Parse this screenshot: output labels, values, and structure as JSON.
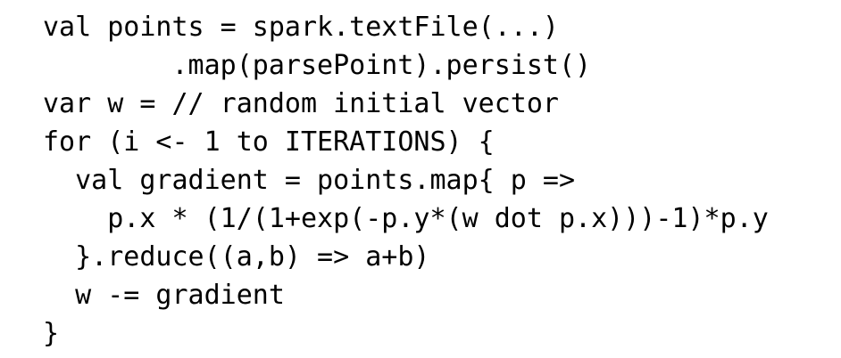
{
  "page": {
    "background_color": "#ffffff",
    "text_color": "#000000"
  },
  "code": {
    "lines": [
      {
        "text": "val points = spark.textFile(...)"
      },
      {
        "text": "        .map(parsePoint).persist()"
      },
      {
        "text": "var w = // random initial vector"
      },
      {
        "text": "for (i <- 1 to ITERATIONS) {"
      },
      {
        "text": "  val gradient = points.map{ p =>"
      },
      {
        "text": "    p.x * (1/(1+exp(-p.y*(w dot p.x)))-1)*p.y"
      },
      {
        "text": "  }.reduce((a,b) => a+b)"
      },
      {
        "text": "  w -= gradient"
      },
      {
        "text": "}"
      }
    ]
  }
}
